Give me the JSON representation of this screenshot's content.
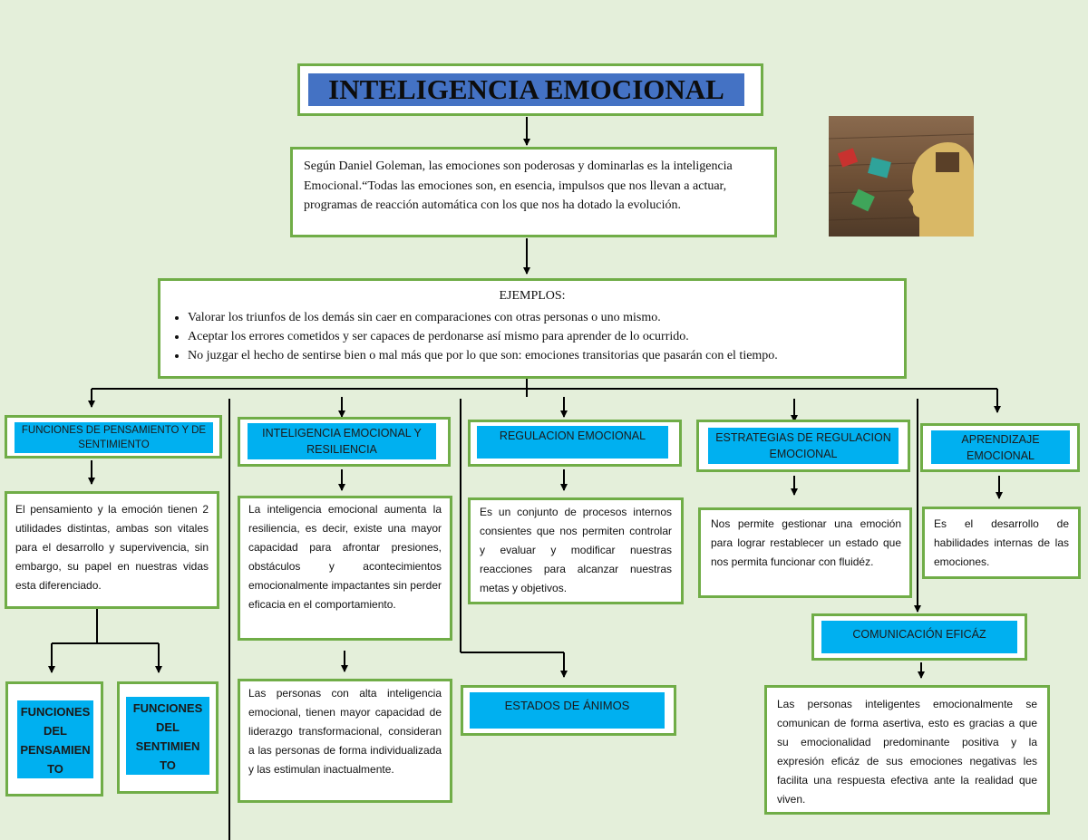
{
  "title": "INTELIGENCIA EMOCIONAL",
  "intro": "Según Daniel Goleman, las emociones son poderosas y dominarlas es la inteligencia Emocional.“Todas las emociones son, en esencia, impulsos que nos llevan a actuar, programas de reacción automática con los que nos ha dotado la evolución.",
  "ejemplos": {
    "heading": "EJEMPLOS:",
    "items": [
      "Valorar los triunfos de los demás sin caer en comparaciones con otras personas o uno mismo.",
      "Aceptar los errores cometidos y ser capaces de perdonarse así mismo para aprender de lo ocurrido.",
      "No juzgar el hecho de sentirse bien o mal más que por lo que son: emociones transitorias que pasarán con el tiempo."
    ]
  },
  "col1": {
    "header": "FUNCIONES DE PENSAMIENTO Y DE SENTIMIENTO",
    "text": "El pensamiento y la emoción tienen 2 utilidades distintas, ambas son vitales para el desarrollo y supervivencia, sin embargo, su papel en nuestras vidas esta diferenciado.",
    "sub1": "FUNCIONES DEL PENSAMIEN TO",
    "sub2": "FUNCIONES DEL SENTIMIEN TO"
  },
  "col2": {
    "header": "INTELIGENCIA EMOCIONAL Y RESILIENCIA",
    "text1": "La inteligencia emocional aumenta la resiliencia, es decir, existe una mayor capacidad para afrontar presiones, obstáculos y acontecimientos emocionalmente impactantes sin perder eficacia en el comportamiento.",
    "text2": "Las personas con alta inteligencia emocional, tienen mayor capacidad de liderazgo transformacional, consideran a las personas de forma individualizada y las estimulan inactualmente."
  },
  "col3": {
    "header": "REGULACION EMOCIONAL",
    "text": "Es un conjunto de procesos internos consientes que nos permiten controlar y evaluar y modificar nuestras reacciones para alcanzar nuestras metas y objetivos.",
    "sub": "ESTADOS DE ÁNIMOS"
  },
  "col4": {
    "header": "ESTRATEGIAS DE REGULACION EMOCIONAL",
    "text": "Nos permite gestionar una emoción para lograr restablecer un estado que nos permita funcionar con fluidéz."
  },
  "col5": {
    "header": "APRENDIZAJE EMOCIONAL",
    "text": "Es el desarrollo de habilidades internas de las emociones."
  },
  "col6": {
    "header": "COMUNICACIÓN EFICÁZ",
    "text": "Las personas inteligentes emocionalmente se comunican de forma asertiva, esto es gracias a que su emocionalidad predominante positiva y la expresión eficáz de sus emociones negativas les facilita una respuesta efectiva ante la realidad que viven."
  },
  "colors": {
    "border": "#70ad47",
    "accent": "#00b0f0",
    "title_bg": "#4472c4",
    "background": "#e4efda"
  },
  "image_icon": "head-puzzle-icon"
}
